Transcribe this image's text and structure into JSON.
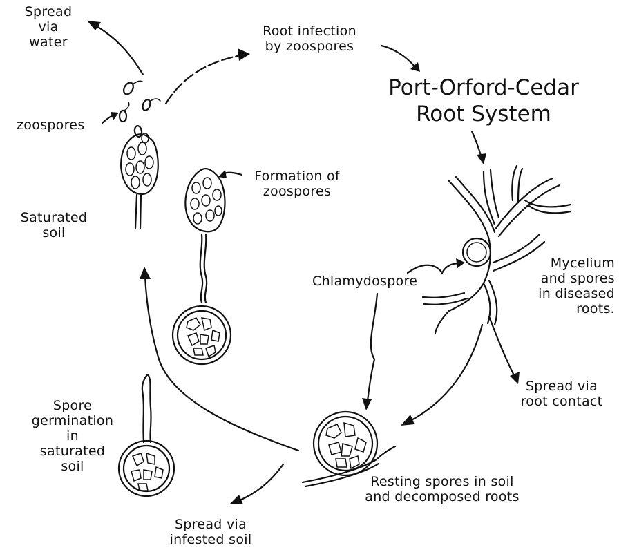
{
  "labels": {
    "spread_water": [
      "Spread",
      "via",
      "water"
    ],
    "root_infection": [
      "Root infection",
      "by zoospores"
    ],
    "title": [
      "Port-Orford-Cedar",
      "Root System"
    ],
    "zoospores": "zoospores",
    "formation": [
      "Formation of",
      "zoospores"
    ],
    "saturated_soil": [
      "Saturated",
      "soil"
    ],
    "mycelium": [
      "Mycеlium",
      "and spores",
      "in diseased",
      "roots."
    ],
    "chlamydospore": "Chlamydospore",
    "spread_root_contact": [
      "Spread via",
      "root contact"
    ],
    "spore_germination": [
      "Spore",
      "germination",
      "in",
      "saturated",
      "soil"
    ],
    "resting_spores": [
      "Resting spores in soil",
      "and decomposed roots"
    ],
    "spread_soil": [
      "Spread via",
      "infested soil"
    ]
  }
}
